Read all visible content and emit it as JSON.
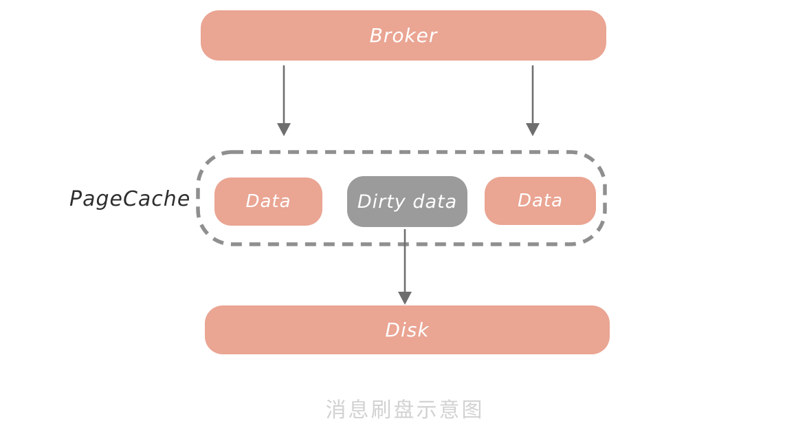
{
  "diagram": {
    "broker": {
      "label": "Broker"
    },
    "pagecache": {
      "label": "PageCache",
      "items": [
        {
          "label": "Data"
        },
        {
          "label": "Dirty data"
        },
        {
          "label": "Data"
        }
      ]
    },
    "disk": {
      "label": "Disk"
    },
    "caption": "消息刷盘示意图",
    "arrows": [
      {
        "name": "broker-to-pagecache-left",
        "direction": "down"
      },
      {
        "name": "broker-to-pagecache-right",
        "direction": "down"
      },
      {
        "name": "dirty-data-to-disk",
        "direction": "down"
      }
    ],
    "colors": {
      "background": "#ffffff",
      "node_fill": "#eaa593",
      "dirty_fill": "#9b9b9b",
      "node_text": "#ffffff",
      "dashed_border": "#8f8f8f",
      "arrow": "#6e6e6e",
      "side_label_text": "#2e2e2e",
      "caption_text": "#d2d2d2"
    }
  }
}
